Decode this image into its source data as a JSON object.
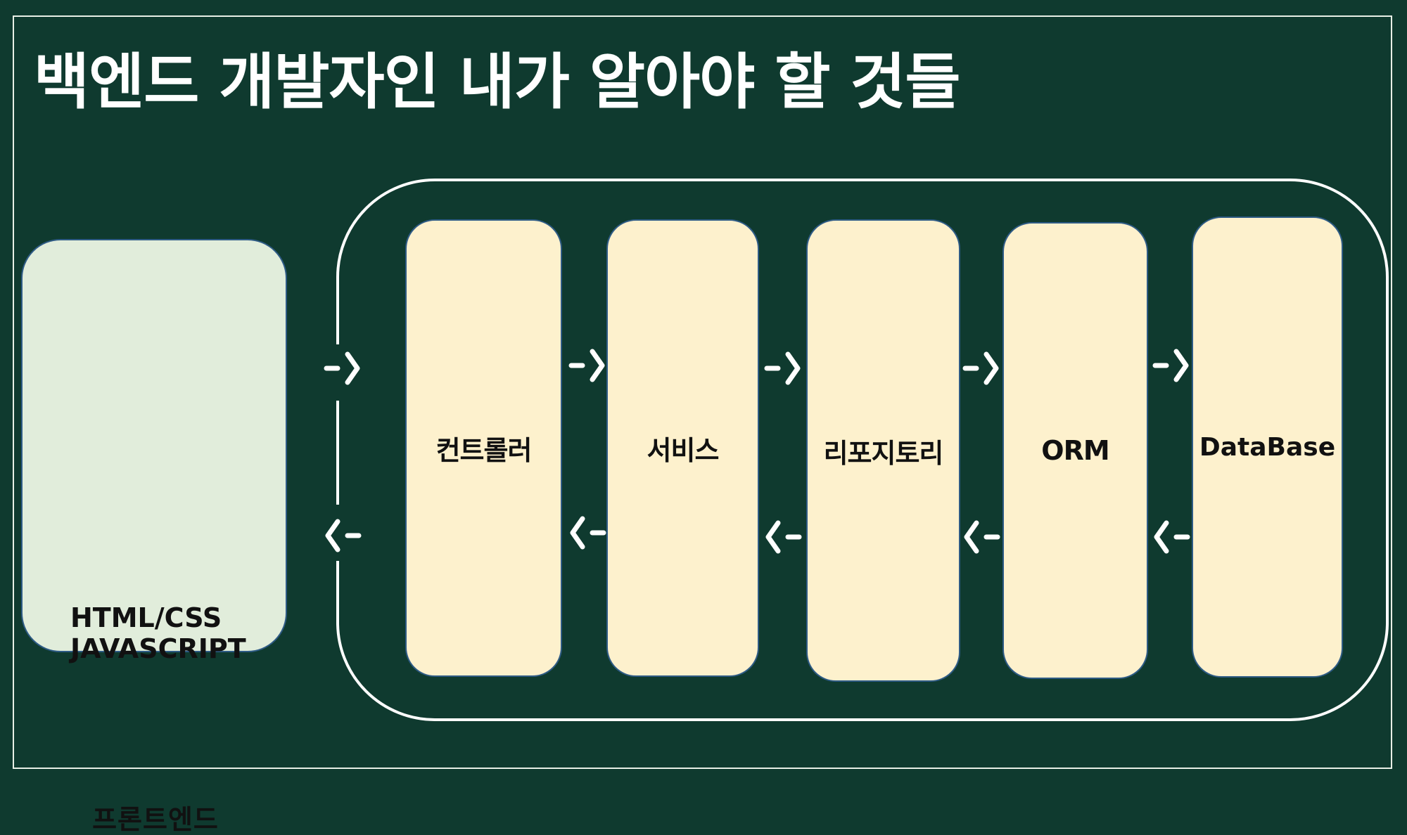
{
  "title": "백엔드 개발자인 내가 알아야 할 것들",
  "frontend": {
    "tech_line1": "HTML/CSS",
    "tech_line2": "JAVASCRIPT",
    "label": "프론트엔드"
  },
  "layers": [
    {
      "label": "컨트롤러"
    },
    {
      "label": "서비스"
    },
    {
      "label": "리포지토리"
    },
    {
      "label": "ORM"
    },
    {
      "label": "DataBase"
    }
  ],
  "colors": {
    "background": "#0f3a2f",
    "frontend_box": "#e1eddb",
    "layer_box": "#fdf1cd",
    "box_border": "#2e5b85",
    "line": "#ffffff"
  },
  "icons": {
    "forward": "arrow-right-icon",
    "backward": "arrow-left-icon"
  }
}
